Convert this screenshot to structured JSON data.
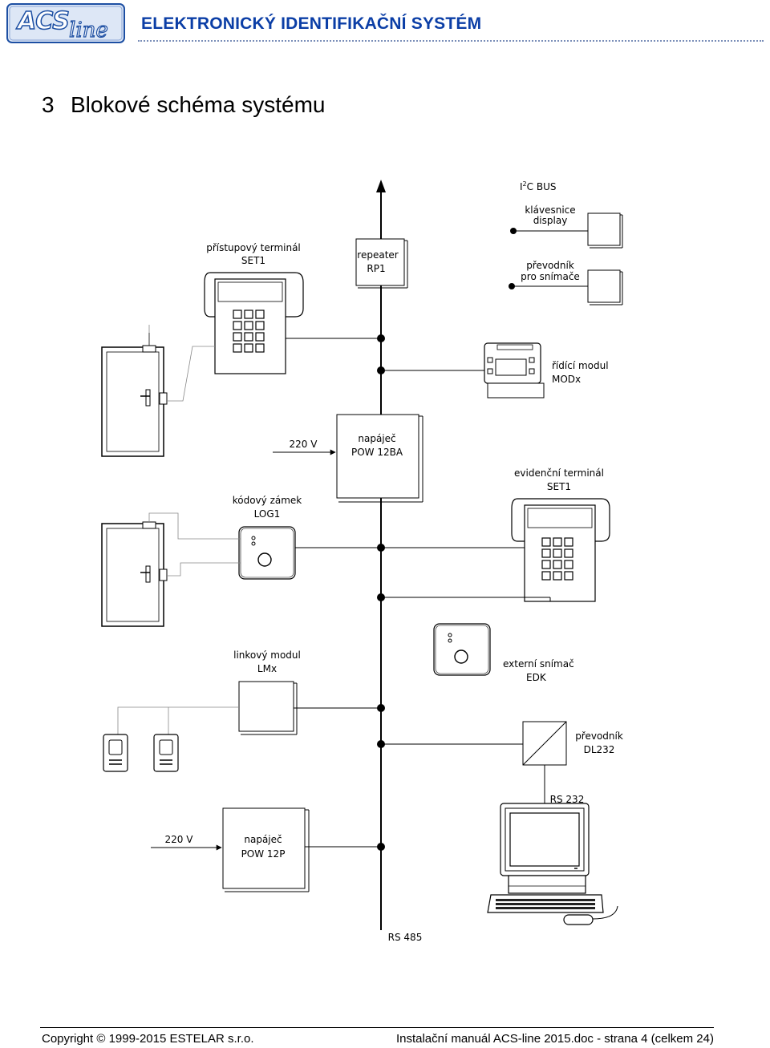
{
  "header": {
    "logo_text": "ACS line",
    "title": "ELEKTRONICKÝ IDENTIFIKAČNÍ SYSTÉM"
  },
  "section": {
    "number": "3",
    "title": "Blokové schéma systému"
  },
  "diagram": {
    "bus_top": {
      "prefix": "I",
      "sup": "2",
      "suffix": "C BUS"
    },
    "keyboard": {
      "line1": "klávesnice",
      "line2": "display"
    },
    "reader_converter": {
      "line1": "převodník",
      "line2": "pro snímače"
    },
    "access_terminal": {
      "line1": "přístupový terminál",
      "line2": "SET1"
    },
    "repeater": {
      "line1": "repeater",
      "line2": "RP1"
    },
    "control_module": {
      "line1": "řídící modul",
      "line2": "MODx"
    },
    "supply_top": {
      "voltage": "220 V",
      "line1": "napáječ",
      "line2": "POW 12BA"
    },
    "attendance_terminal": {
      "line1": "evidenční terminál",
      "line2": "SET1"
    },
    "code_lock": {
      "line1": "kódový zámek",
      "line2": "LOG1"
    },
    "line_module": {
      "line1": "linkový modul",
      "line2": "LMx"
    },
    "external_reader": {
      "line1": "externí snímač",
      "line2": "EDK"
    },
    "converter_dl": {
      "line1": "převodník",
      "line2": "DL232"
    },
    "rs232": "RS 232",
    "supply_bottom": {
      "voltage": "220 V",
      "line1": "napáječ",
      "line2": "POW 12P"
    },
    "rs485": "RS 485"
  },
  "footer": {
    "left": "Copyright © 1999-2015 ESTELAR s.r.o.",
    "right": "Instalační manuál ACS-line 2015.doc - strana 4 (celkem 24)"
  }
}
